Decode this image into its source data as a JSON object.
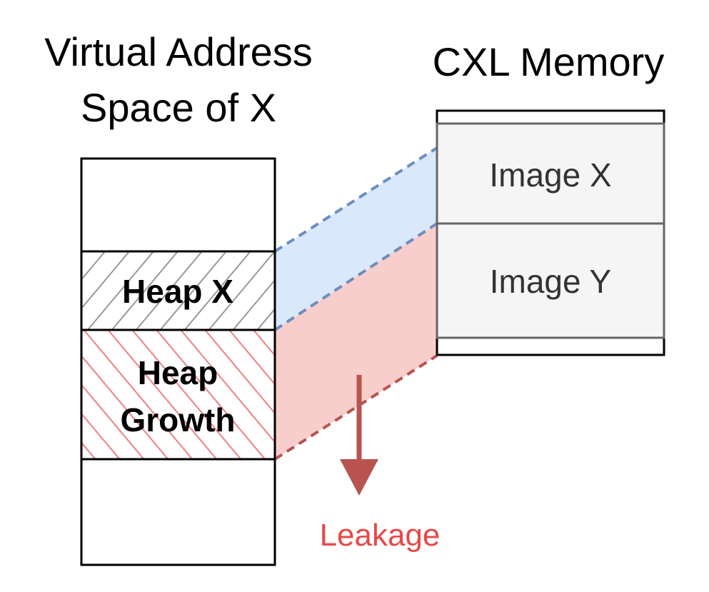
{
  "titles": {
    "virtual_line1": "Virtual Address",
    "virtual_line2": "Space of X",
    "cxl": "CXL Memory"
  },
  "virtual_space": {
    "heap_x_label": "Heap X",
    "heap_growth_line1": "Heap",
    "heap_growth_line2": "Growth"
  },
  "cxl_memory": {
    "image_x_label": "Image X",
    "image_y_label": "Image Y"
  },
  "leakage": {
    "label": "Leakage"
  },
  "colors": {
    "blue_band": "#dae8fc",
    "blue_line": "#6c8ebf",
    "red_band": "#f8cecc",
    "red_line": "#b85450",
    "arrow": "#b85450",
    "leak_text": "#e84848",
    "hatch_gray": "#999999",
    "hatch_red": "#f08080",
    "cxl_fill": "#f5f5f5",
    "cxl_stroke": "#666666"
  }
}
